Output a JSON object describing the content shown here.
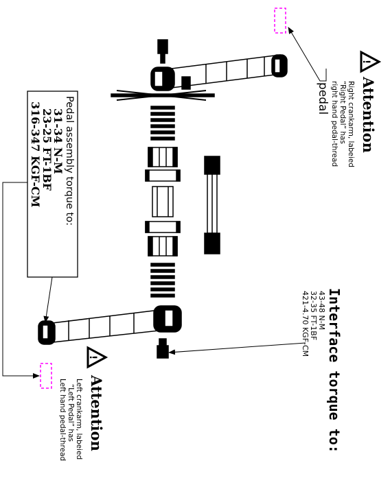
{
  "attention_right": {
    "title": "Attention",
    "lines": [
      "Right crankarm, labeied",
      "“Right Pedal” has",
      "right hand pedal-thread"
    ],
    "icon": "warning-triangle-icon"
  },
  "attention_left": {
    "title": "Attention",
    "lines": [
      "Left crankarm, labeied",
      "“Left Pedal” has",
      "Left hand pedal-thread"
    ],
    "icon": "warning-triangle-icon"
  },
  "pedal_callout": {
    "label": "pedal"
  },
  "pedal_torque": {
    "title": "Pedal assembly torque to:",
    "lines": [
      "31-34 N-M",
      "23-25 FT-1BF",
      "316-347 KGF-CM"
    ]
  },
  "interface_torque": {
    "title": "Interface   torque  to:",
    "lines": [
      "43-48 N-M",
      "32-35 FT-1BF",
      "421-4.70 KGF-CM"
    ]
  },
  "colors": {
    "line": "#000000",
    "marker": "#ff00ff",
    "background": "#ffffff"
  }
}
